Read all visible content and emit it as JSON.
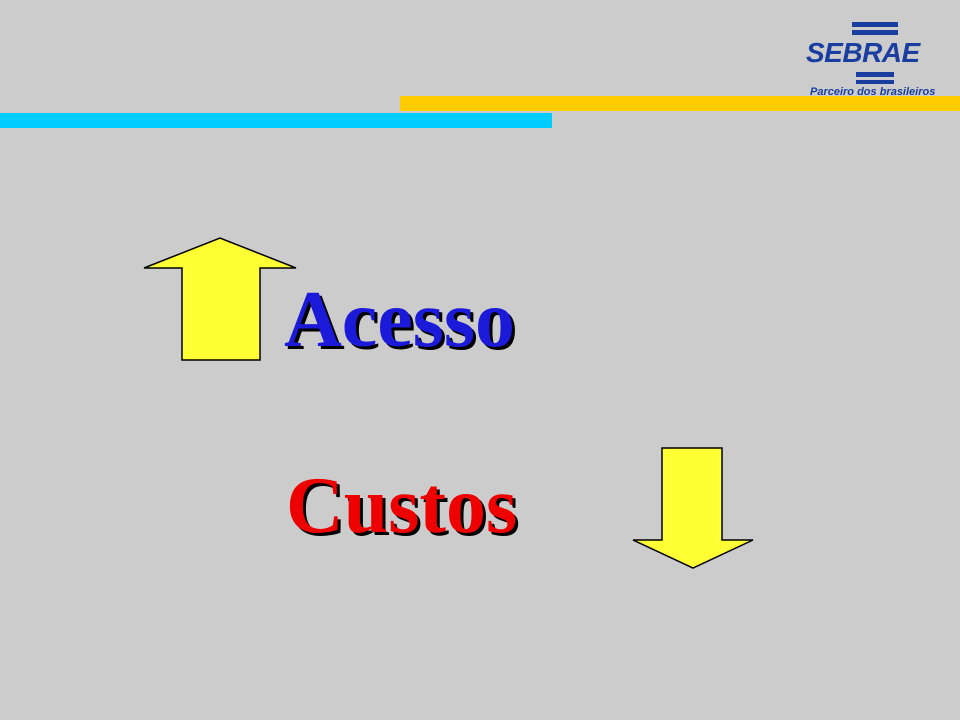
{
  "logo": {
    "name": "SEBRAE",
    "tagline": "Parceiro dos brasileiros",
    "color": "#1a3ea0"
  },
  "accent_bars": [
    {
      "color": "#ffcc00"
    },
    {
      "color": "#00ccff"
    }
  ],
  "statements": [
    {
      "text": "Acesso",
      "color": "#1a1ad8",
      "arrow": "up-arrow-icon"
    },
    {
      "text": "Custos",
      "color": "#ee0000",
      "arrow": "down-arrow-icon"
    }
  ],
  "arrow_fill": "#ffff33",
  "background": "#cccccc"
}
